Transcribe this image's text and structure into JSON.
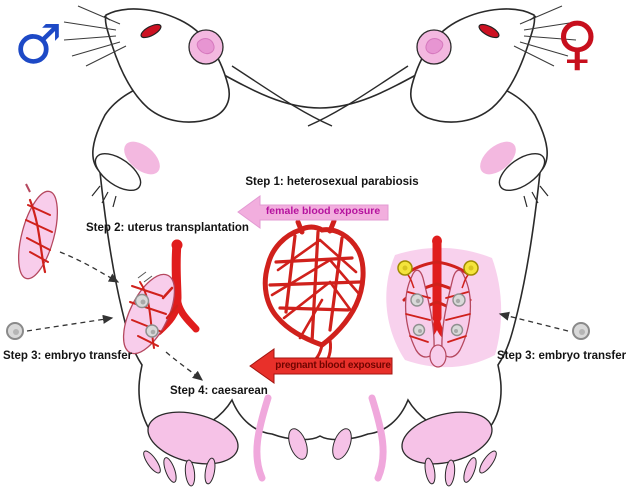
{
  "symbols": {
    "male": "♂",
    "female": "♀"
  },
  "labels": {
    "step1": "Step 1: heterosexual parabiosis",
    "step2": "Step 2: uterus transplantation",
    "step3_left": "Step 3: embryo transfer",
    "step3_right": "Step 3: embryo transfer",
    "step4": "Step 4: caesarean"
  },
  "arrows": {
    "female_blood": "female blood exposure",
    "pregnant_blood": "pregnant blood exposure"
  },
  "colors": {
    "male_symbol": "#1d49c6",
    "female_symbol": "#c70f1d",
    "label_text": "#141414",
    "female_blood_arrow_fill": "#f2aede",
    "female_blood_text": "#b5129e",
    "pregnant_blood_arrow_fill": "#e8302a",
    "pregnant_blood_text": "#700400",
    "skin_pink": "#f6c2e7",
    "organ_pink": "#f8cdeb",
    "vessel_red": "#d0211c",
    "aorta_red": "#e01d1d",
    "ovary_yellow": "#f4e43c",
    "embryo_gray": "#d9d9d9",
    "outline_black": "#2a2a2a"
  }
}
